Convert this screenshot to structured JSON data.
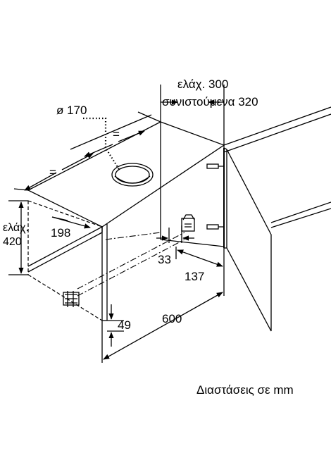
{
  "diagram": {
    "labels": {
      "min_300": "ελάχ. 300",
      "recommended_320": "συνιστούμενα 320",
      "diameter": "ø 170",
      "equal_top": "=",
      "equal_left": "=",
      "min_height_word": "ελάχ.",
      "min_height_value": "420",
      "dim_198": "198",
      "dim_33": "33",
      "dim_137": "137",
      "dim_600": "600",
      "dim_49": "49"
    },
    "caption": "Διαστάσεις σε mm"
  }
}
